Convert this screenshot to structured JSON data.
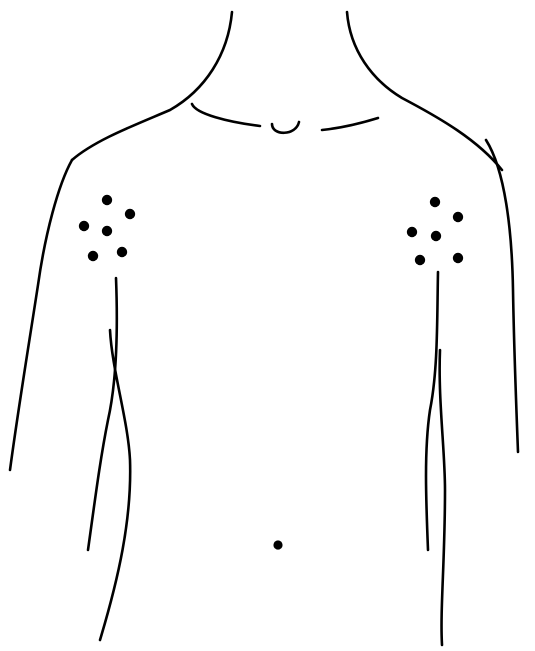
{
  "figure": {
    "background_color": "#ffffff",
    "line_color": "#000000",
    "dot_groups": {
      "right_shoulder_dot_count": 6,
      "left_shoulder_dot_count": 6,
      "navel_dot_count": 1
    }
  }
}
